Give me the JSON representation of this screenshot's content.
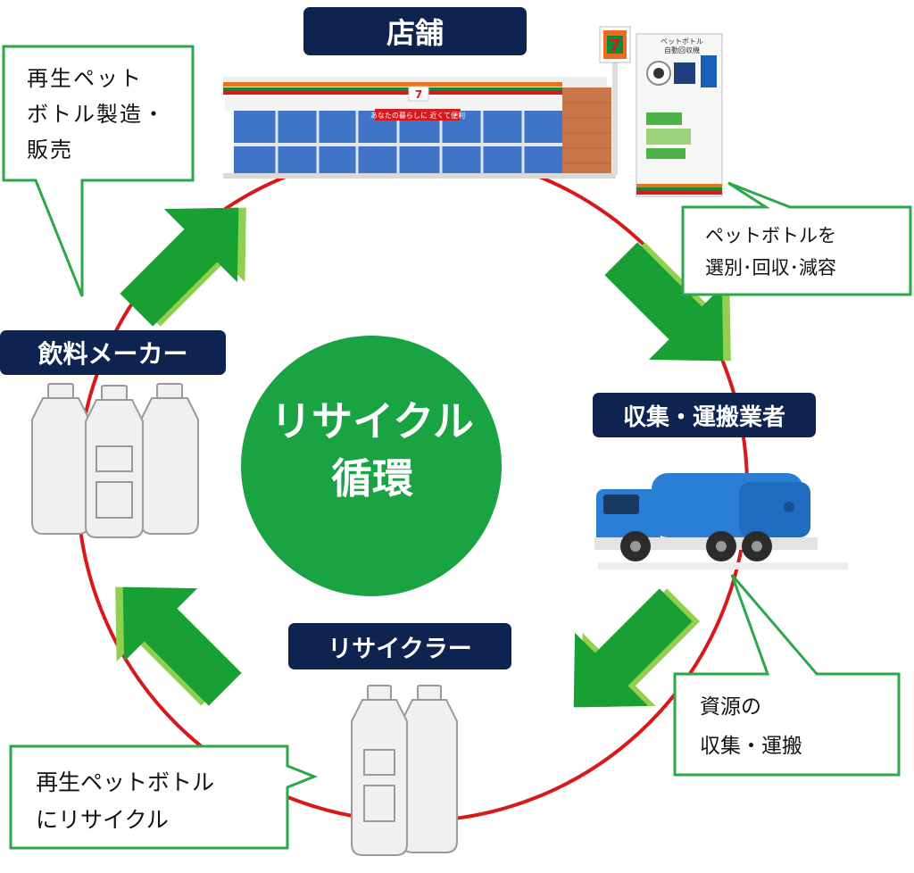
{
  "center": {
    "line1": "リサイクル",
    "line2": "循環"
  },
  "labels": {
    "store": "店舗",
    "beverage_maker": "飲料メーカー",
    "collector": "収集・運搬業者",
    "recycler": "リサイクラー"
  },
  "callouts": {
    "maker_note": "再生ペット\nボトル製造・\n販売",
    "store_note": "ペットボトルを\n選別･回収･減容",
    "collector_note": "資源の\n収集・運搬",
    "recycler_note": "再生ペットボトル\nにリサイクル"
  },
  "store_sign": {
    "logo_number": "7",
    "banner": "あなたの暮らしに 近くて便利"
  },
  "machine": {
    "title": "ペットボトル\n自動回収機"
  },
  "colors": {
    "navy": "#0f2350",
    "green_circle": "#1aa342",
    "arrow_green": "#19a035",
    "arrow_light": "#8fd14f",
    "cycle_red": "#d7191c",
    "callout_border": "#2aa84a"
  }
}
